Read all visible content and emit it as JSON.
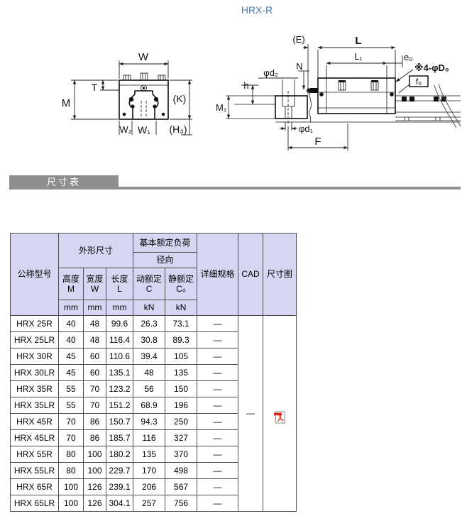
{
  "page_title": "HRX-R",
  "section_bar": {
    "label": "尺寸表"
  },
  "colors": {
    "accent_blue": "#4a7cb2",
    "section_bar_gray": "#8e8e8e",
    "table_header_bg": "#d6d6f3",
    "table_border": "#4d4d4d",
    "pdf_icon_red": "#e2231a"
  },
  "front_view": {
    "w": "W",
    "t": "T",
    "m": "M",
    "k": "(K)",
    "h3": "(H₃)",
    "w2": "W₂",
    "w1": "W₁"
  },
  "side_view": {
    "e": "(E)",
    "l": "L",
    "l1": "L₁",
    "e0": "e₀",
    "n": "N",
    "holes": "※4-φD₀",
    "f0": "f₀",
    "d2": "φd₂",
    "h": "h",
    "m1": "M₁",
    "d1": "φd₁",
    "f": "F"
  },
  "table": {
    "header": {
      "model": "公称型号",
      "outline": "外形尺寸",
      "load": "基本额定负荷",
      "radial": "径向",
      "height": "高度\nM",
      "width": "宽度\nW",
      "length": "长度\nL",
      "dynamic": "动额定\nC",
      "static": "静额定\nC₀",
      "spec": "详细规格",
      "cad": "CAD",
      "dim_fig": "尺寸图",
      "unit_mm": "mm",
      "unit_kn": "kN"
    },
    "cad_cell": "—",
    "rows": [
      {
        "model": "HRX 25R",
        "m": "40",
        "w": "48",
        "l": "99.6",
        "c": "26.3",
        "c0": "73.1",
        "spec": "—"
      },
      {
        "model": "HRX 25LR",
        "m": "40",
        "w": "48",
        "l": "116.4",
        "c": "30.8",
        "c0": "89.3",
        "spec": "—"
      },
      {
        "model": "HRX 30R",
        "m": "45",
        "w": "60",
        "l": "110.6",
        "c": "39.4",
        "c0": "105",
        "spec": "—"
      },
      {
        "model": "HRX 30LR",
        "m": "45",
        "w": "60",
        "l": "135.1",
        "c": "48",
        "c0": "135",
        "spec": "—"
      },
      {
        "model": "HRX 35R",
        "m": "55",
        "w": "70",
        "l": "123.2",
        "c": "56",
        "c0": "150",
        "spec": "—"
      },
      {
        "model": "HRX 35LR",
        "m": "55",
        "w": "70",
        "l": "151.2",
        "c": "68.9",
        "c0": "196",
        "spec": "—"
      },
      {
        "model": "HRX 45R",
        "m": "70",
        "w": "86",
        "l": "150.7",
        "c": "94.3",
        "c0": "250",
        "spec": "—"
      },
      {
        "model": "HRX 45LR",
        "m": "70",
        "w": "86",
        "l": "185.7",
        "c": "116",
        "c0": "327",
        "spec": "—"
      },
      {
        "model": "HRX 55R",
        "m": "80",
        "w": "100",
        "l": "180.2",
        "c": "135",
        "c0": "370",
        "spec": "—"
      },
      {
        "model": "HRX 55LR",
        "m": "80",
        "w": "100",
        "l": "229.7",
        "c": "170",
        "c0": "498",
        "spec": "—"
      },
      {
        "model": "HRX 65R",
        "m": "100",
        "w": "126",
        "l": "239.1",
        "c": "206",
        "c0": "567",
        "spec": "—"
      },
      {
        "model": "HRX 65LR",
        "m": "100",
        "w": "126",
        "l": "304.1",
        "c": "257",
        "c0": "756",
        "spec": "—"
      }
    ]
  }
}
